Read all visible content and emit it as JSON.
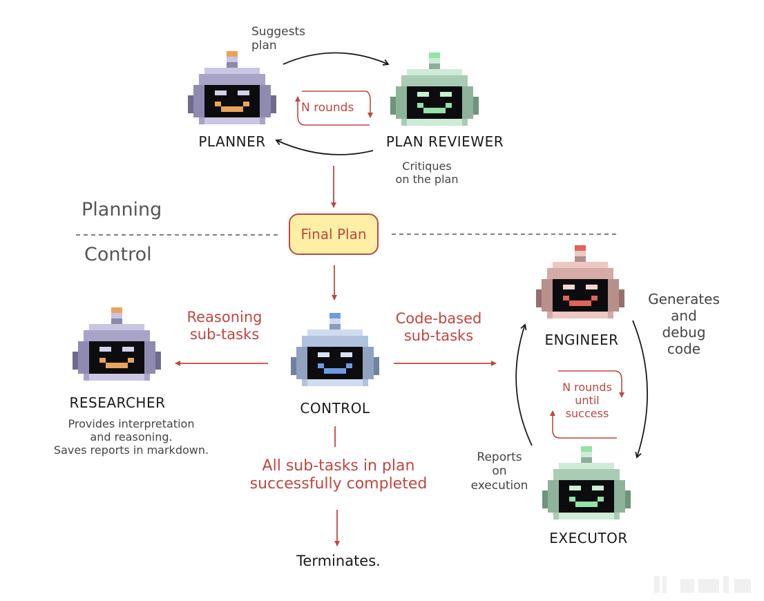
{
  "sections": {
    "planning": "Planning",
    "control": "Control"
  },
  "agents": {
    "planner": {
      "name": "PLANNER",
      "theme": "lavender",
      "antenna_color": "#e9a35a",
      "mouth_color": "#e9a35a"
    },
    "plan_reviewer": {
      "name": "PLAN REVIEWER",
      "theme": "green",
      "antenna_color": "#92e3a6",
      "mouth_color": "#92e3a6"
    },
    "researcher": {
      "name": "RESEARCHER",
      "theme": "lavender",
      "antenna_color": "#e9a35a",
      "mouth_color": "#e9a35a"
    },
    "control": {
      "name": "CONTROL",
      "theme": "blue",
      "antenna_color": "#6e9be6",
      "mouth_color": "#6e9be6"
    },
    "engineer": {
      "name": "ENGINEER",
      "theme": "pink",
      "antenna_color": "#e06458",
      "mouth_color": "#e06458"
    },
    "executor": {
      "name": "EXECUTOR",
      "theme": "green",
      "antenna_color": "#92e3a6",
      "mouth_color": "#92e3a6"
    }
  },
  "annotations": {
    "suggests_plan": [
      "Suggests",
      "plan"
    ],
    "n_rounds_top": "N rounds",
    "critiques": [
      "Critiques",
      "on the plan"
    ],
    "final_plan": "Final Plan",
    "reasoning_subtasks": [
      "Reasoning",
      "sub-tasks"
    ],
    "code_subtasks": [
      "Code-based",
      "sub-tasks"
    ],
    "researcher_desc": [
      "Provides interpretation",
      "and reasoning.",
      "Saves reports in markdown."
    ],
    "generates_debug": [
      "Generates",
      "and",
      "debug",
      "code"
    ],
    "n_rounds_until": [
      "N rounds",
      "until",
      "success"
    ],
    "reports_execution": [
      "Reports",
      "on",
      "execution"
    ],
    "all_completed": [
      "All sub-tasks in plan",
      "successfully completed"
    ],
    "terminates": "Terminates."
  },
  "colors": {
    "accent_red": "#c0463f",
    "final_plan_fill": "#fdf0a6",
    "arrow_black": "#1a1a1a",
    "screen": "#0c0c0e"
  }
}
